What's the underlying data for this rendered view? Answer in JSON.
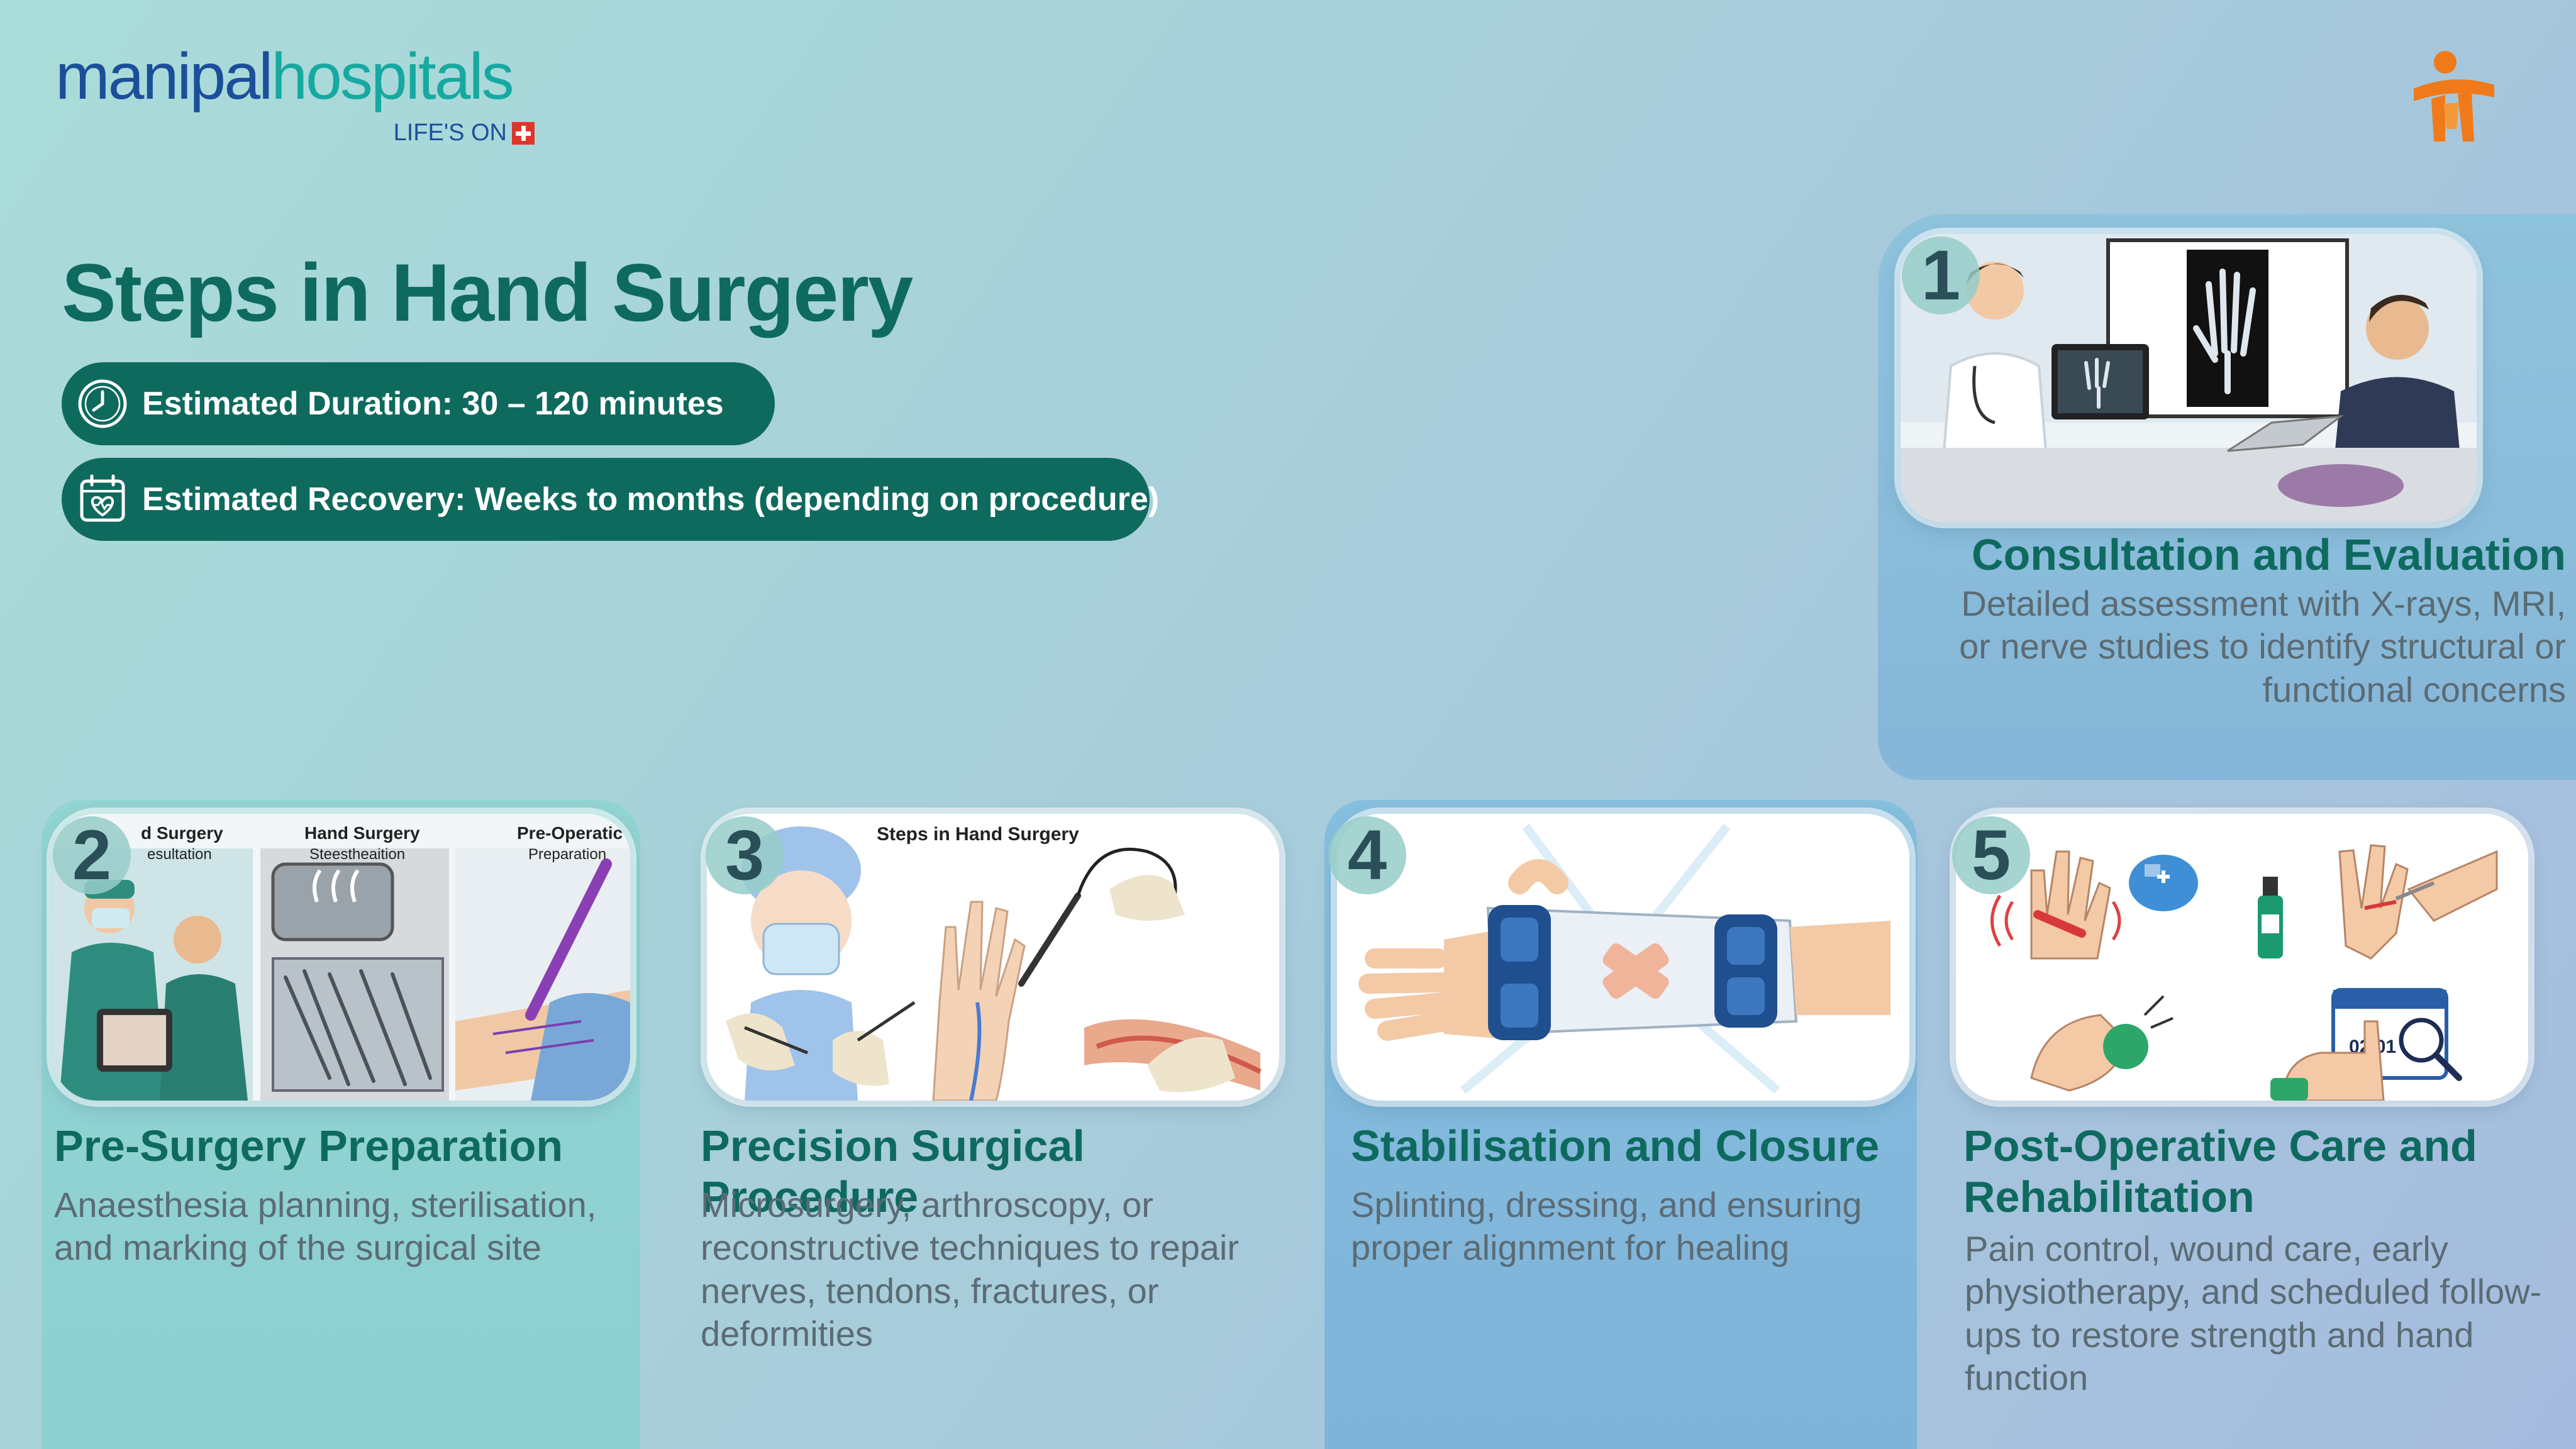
{
  "brand": {
    "name_part1": "manipal",
    "name_part2": "hospitals",
    "tagline": "LIFE'S ON",
    "colors": {
      "blue": "#1b4f9a",
      "teal": "#17a9a0",
      "red": "#e0352b",
      "orange": "#f07a1a"
    }
  },
  "page": {
    "title": "Steps in Hand Surgery",
    "duration_label": "Estimated Duration:  30 – 120 minutes",
    "recovery_label": "Estimated Recovery: Weeks to months (depending on procedure)",
    "duration_icon": "clock-icon",
    "recovery_icon": "calendar-heart-icon"
  },
  "steps": [
    {
      "number": "1",
      "title": "Consultation and Evaluation",
      "description": "Detailed assessment with X-rays, MRI, or nerve studies to identify structural or functional concerns"
    },
    {
      "number": "2",
      "title": "Pre-Surgery Preparation",
      "description": "Anaesthesia planning, sterilisation, and marking of the surgical site",
      "image_labels": [
        "d Surgery",
        "esultation",
        "Hand Surgery",
        "Steestheaition",
        "Pre-Operatic",
        "Preparation"
      ]
    },
    {
      "number": "3",
      "title": "Precision Surgical Procedure",
      "description": "Microsurgery, arthroscopy, or reconstructive techniques to repair nerves, tendons, fractures, or deformities",
      "image_label": "Steps in Hand Surgery"
    },
    {
      "number": "4",
      "title": "Stabilisation and Closure",
      "description": "Splinting, dressing, and ensuring proper alignment for healing"
    },
    {
      "number": "5",
      "title": "Post-Operative Care and Rehabilitation",
      "description": "Pain control, wound care, early physiotherapy, and scheduled follow-ups to restore strength and hand function",
      "image_label": "02 01"
    }
  ]
}
